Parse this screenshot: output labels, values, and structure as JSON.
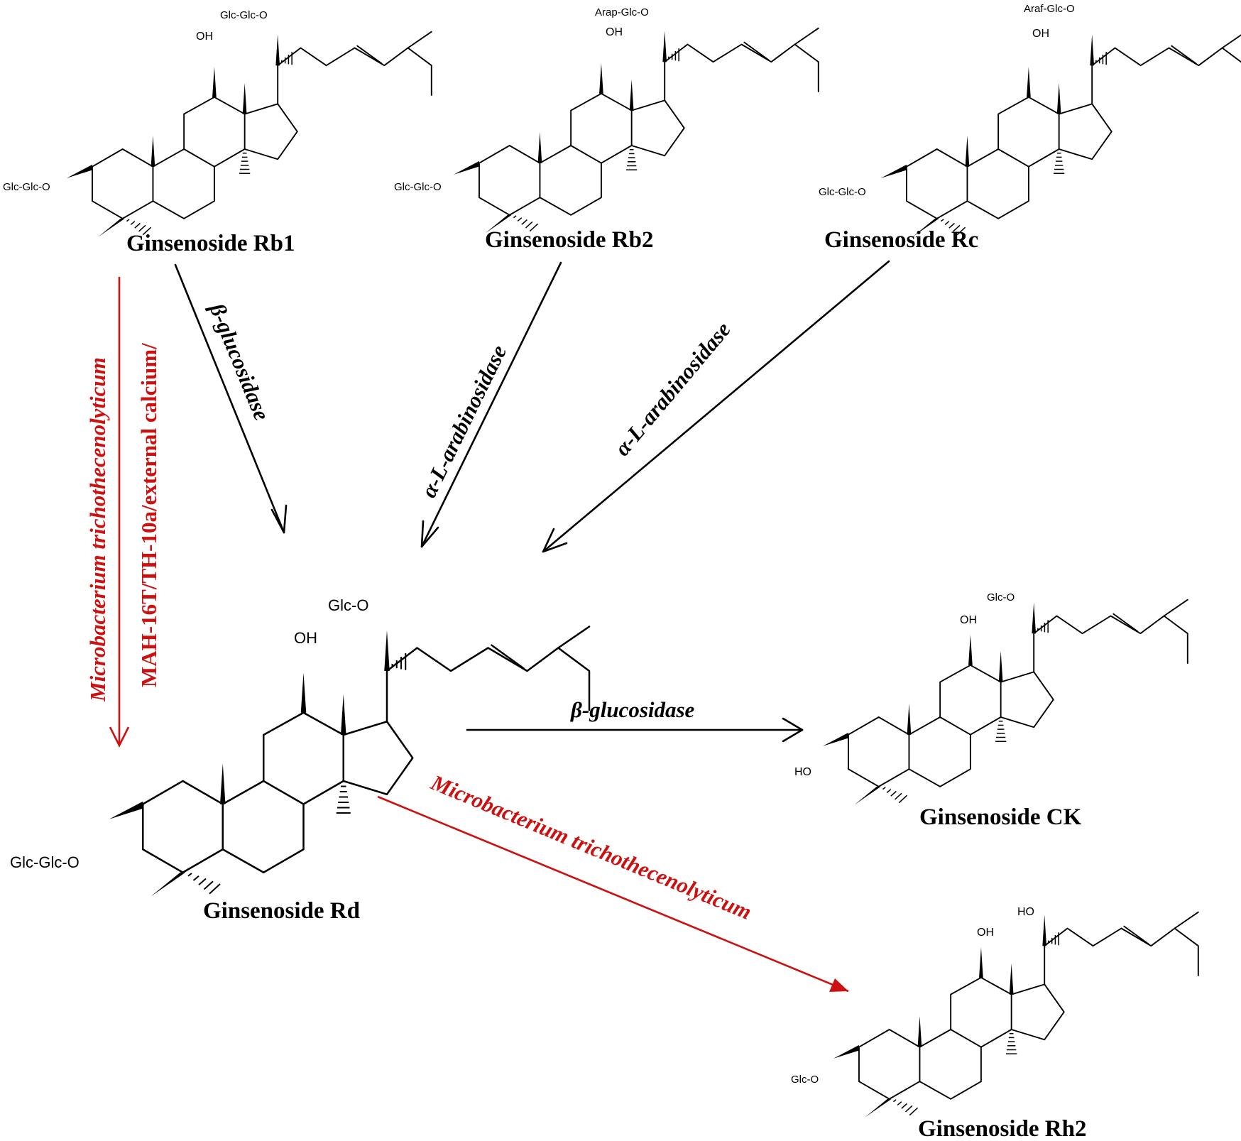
{
  "compounds": {
    "rb1": {
      "name": "Ginsenoside Rb1",
      "c20": "Glc-Glc-O",
      "c3": "Glc-Glc-O",
      "c12": "OH"
    },
    "rb2": {
      "name": "Ginsenoside Rb2",
      "c20": "Arap-Glc-O",
      "c3": "Glc-Glc-O",
      "c12": "OH"
    },
    "rc": {
      "name": "Ginsenoside Rc",
      "c20": "Araf-Glc-O",
      "c3": "Glc-Glc-O",
      "c12": "OH"
    },
    "rd": {
      "name": "Ginsenoside Rd",
      "c20": "Glc-O",
      "c3": "Glc-Glc-O",
      "c12": "OH"
    },
    "ck": {
      "name": "Ginsenoside CK",
      "c20": "Glc-O",
      "c3": "HO",
      "c12": "OH"
    },
    "rh2": {
      "name": "Ginsenoside Rh2",
      "c20": "HO",
      "c3": "Glc-O",
      "c12": "OH"
    }
  },
  "reactions": {
    "rb1_to_rd": {
      "enzyme": "β-glucosidase"
    },
    "rb2_to_rd": {
      "enzyme": "α-L-arabinosidase"
    },
    "rc_to_rd": {
      "enzyme": "α-L-arabinosidase"
    },
    "rd_to_ck": {
      "enzyme": "β-glucosidase"
    },
    "rd_to_rh2": {
      "enzyme": "Microbacterium trichothecenolyticum"
    },
    "rb1_to_rd_red": {
      "organism": "Microbacterium trichothecenolyticum",
      "conditions": "MAH-16T/TH-10a/external calcium/"
    }
  },
  "colors": {
    "black_arrows": "#000000",
    "red_pathway": "#cc1111"
  }
}
